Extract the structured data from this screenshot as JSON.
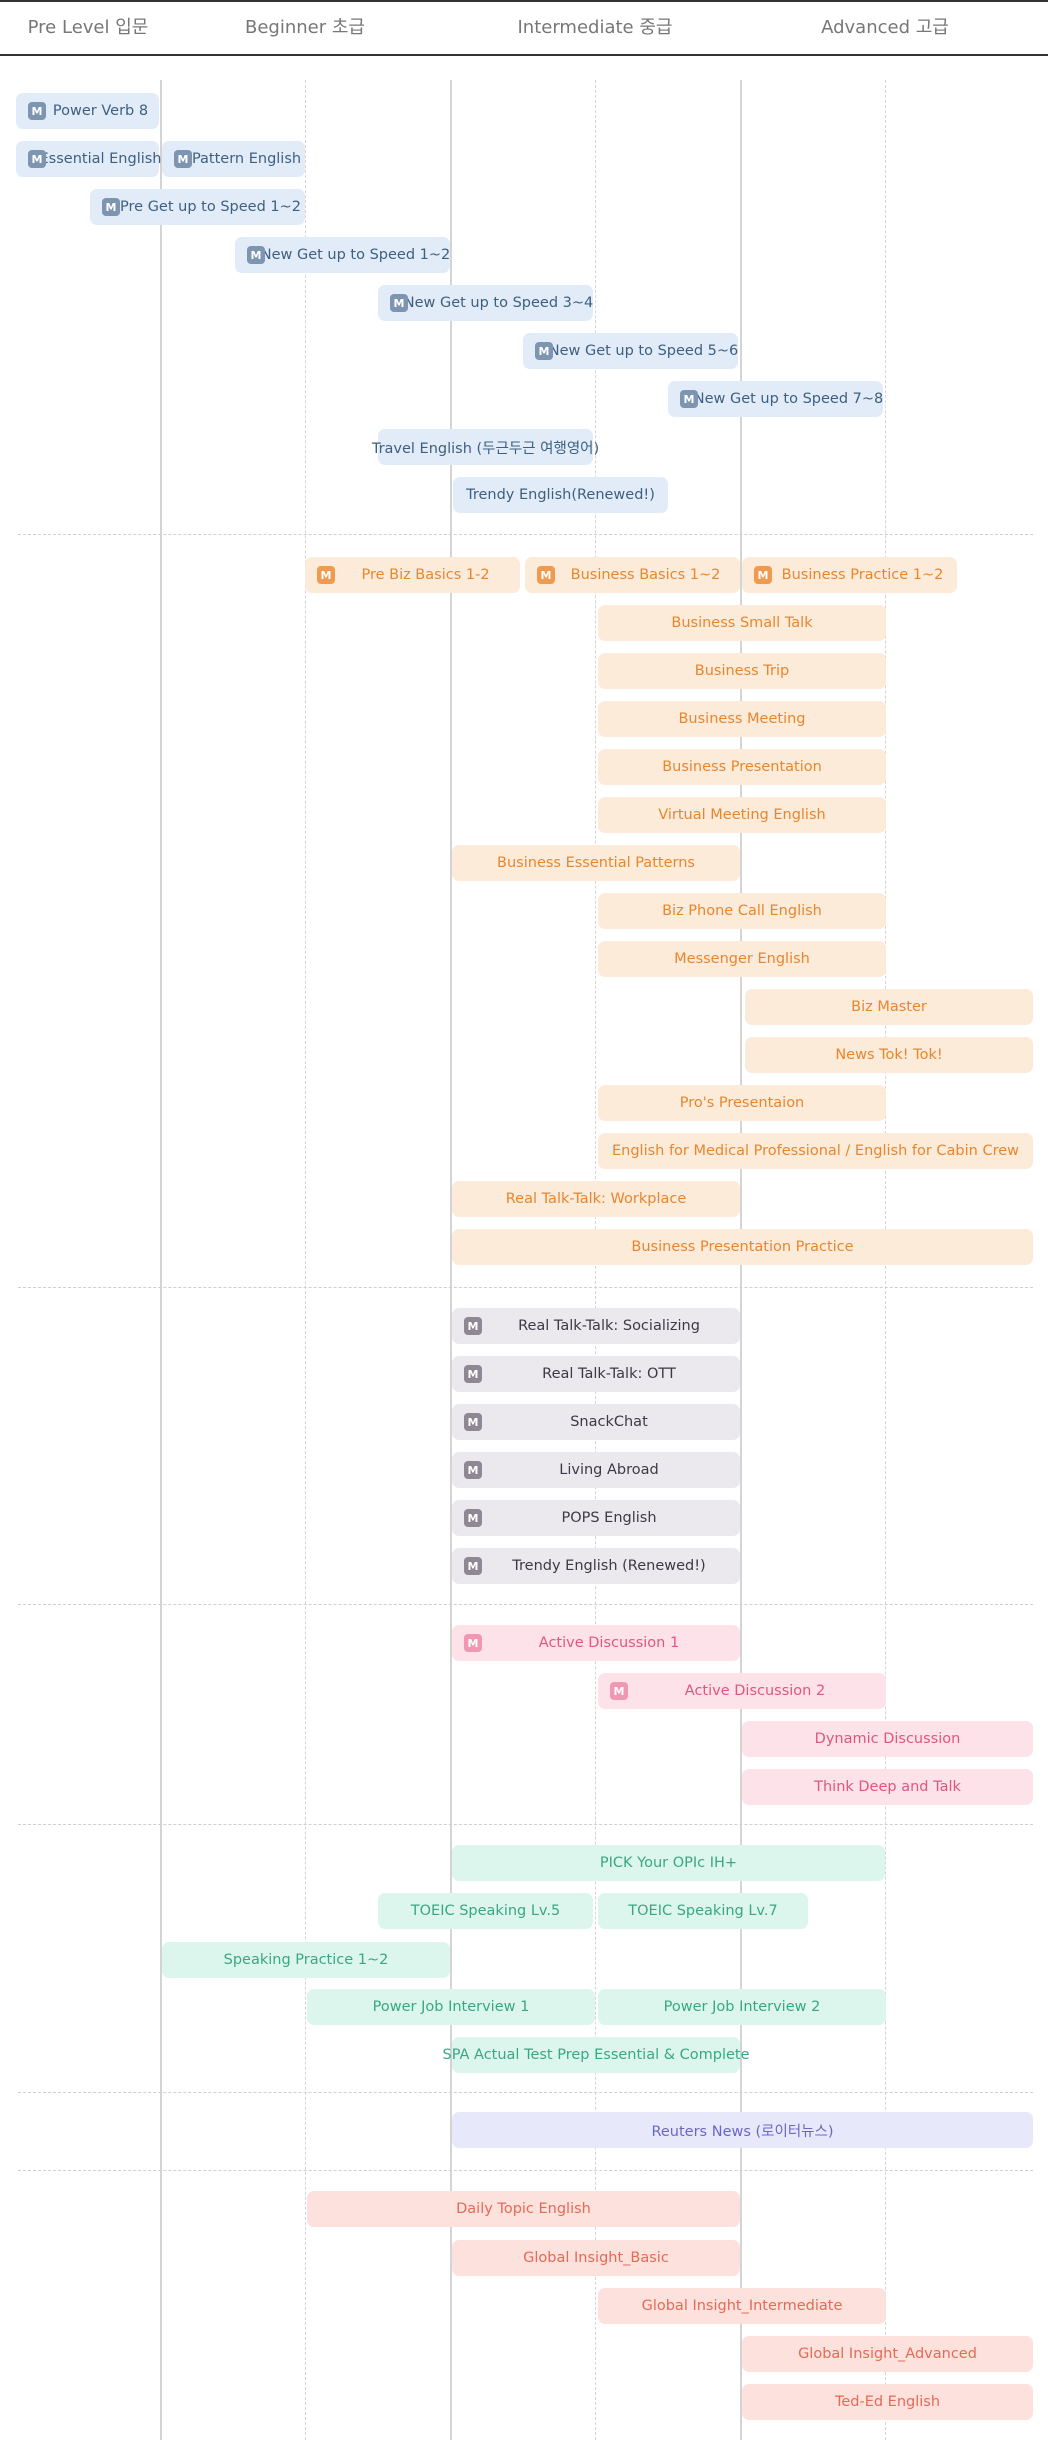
{
  "header": {
    "columns": [
      "Pre Level 입문",
      "Beginner 초급",
      "Intermediate 중급",
      "Advanced 고급"
    ]
  },
  "badge_label": "M",
  "groups": [
    {
      "name": "general",
      "color": "blue",
      "items": [
        {
          "label": "Power Verb 8",
          "badge": true
        },
        {
          "label": "Essential English",
          "badge": true
        },
        {
          "label": "Pattern English",
          "badge": true
        },
        {
          "label": "Pre Get up to Speed 1~2",
          "badge": true
        },
        {
          "label": "New Get up to Speed 1~2",
          "badge": true
        },
        {
          "label": "New Get up to Speed 3~4",
          "badge": true
        },
        {
          "label": "New Get up to Speed 5~6",
          "badge": true
        },
        {
          "label": "New Get up to Speed 7~8",
          "badge": true
        },
        {
          "label": "Travel English (두근두근 여행영어)",
          "badge": false
        },
        {
          "label": "Trendy English(Renewed!)",
          "badge": false
        }
      ]
    },
    {
      "name": "business",
      "color": "orange",
      "items": [
        {
          "label": "Pre Biz Basics 1-2",
          "badge": true
        },
        {
          "label": "Business Basics 1~2",
          "badge": true
        },
        {
          "label": "Business Practice 1~2",
          "badge": true
        },
        {
          "label": "Business Small Talk",
          "badge": false
        },
        {
          "label": "Business Trip",
          "badge": false
        },
        {
          "label": "Business Meeting",
          "badge": false
        },
        {
          "label": "Business Presentation",
          "badge": false
        },
        {
          "label": "Virtual Meeting English",
          "badge": false
        },
        {
          "label": "Business Essential Patterns",
          "badge": false
        },
        {
          "label": "Biz Phone Call English",
          "badge": false
        },
        {
          "label": "Messenger English",
          "badge": false
        },
        {
          "label": "Biz Master",
          "badge": false
        },
        {
          "label": "News Tok! Tok!",
          "badge": false
        },
        {
          "label": "Pro's Presentaion",
          "badge": false
        },
        {
          "label": "English for Medical Professional / English for Cabin Crew",
          "badge": false
        },
        {
          "label": "Real Talk-Talk: Workplace",
          "badge": false
        },
        {
          "label": "Business Presentation Practice",
          "badge": false
        }
      ]
    },
    {
      "name": "conversation",
      "color": "gray",
      "items": [
        {
          "label": "Real Talk-Talk: Socializing",
          "badge": true
        },
        {
          "label": "Real Talk-Talk: OTT",
          "badge": true
        },
        {
          "label": "SnackChat",
          "badge": true
        },
        {
          "label": "Living Abroad",
          "badge": true
        },
        {
          "label": "POPS English",
          "badge": true
        },
        {
          "label": "Trendy English (Renewed!)",
          "badge": true
        }
      ]
    },
    {
      "name": "discussion",
      "color": "pink",
      "items": [
        {
          "label": "Active Discussion 1",
          "badge": true
        },
        {
          "label": "Active Discussion 2",
          "badge": true
        },
        {
          "label": "Dynamic Discussion",
          "badge": false
        },
        {
          "label": "Think Deep and Talk",
          "badge": false
        }
      ]
    },
    {
      "name": "test-prep",
      "color": "green",
      "items": [
        {
          "label": "PICK Your OPIc IH+",
          "badge": false
        },
        {
          "label": "TOEIC Speaking Lv.5",
          "badge": false
        },
        {
          "label": "TOEIC Speaking Lv.7",
          "badge": false
        },
        {
          "label": "Speaking Practice 1~2",
          "badge": false
        },
        {
          "label": "Power Job Interview 1",
          "badge": false
        },
        {
          "label": "Power Job Interview 2",
          "badge": false
        },
        {
          "label": "SPA Actual Test Prep Essential & Complete",
          "badge": false
        }
      ]
    },
    {
      "name": "news",
      "color": "purple",
      "items": [
        {
          "label": "Reuters News (로이터뉴스)",
          "badge": false
        }
      ]
    },
    {
      "name": "topics",
      "color": "salmon",
      "items": [
        {
          "label": "Daily Topic English",
          "badge": false
        },
        {
          "label": "Global Insight_Basic",
          "badge": false
        },
        {
          "label": "Global Insight_Intermediate",
          "badge": false
        },
        {
          "label": "Global Insight_Advanced",
          "badge": false
        },
        {
          "label": "Ted-Ed English",
          "badge": false
        }
      ]
    }
  ]
}
